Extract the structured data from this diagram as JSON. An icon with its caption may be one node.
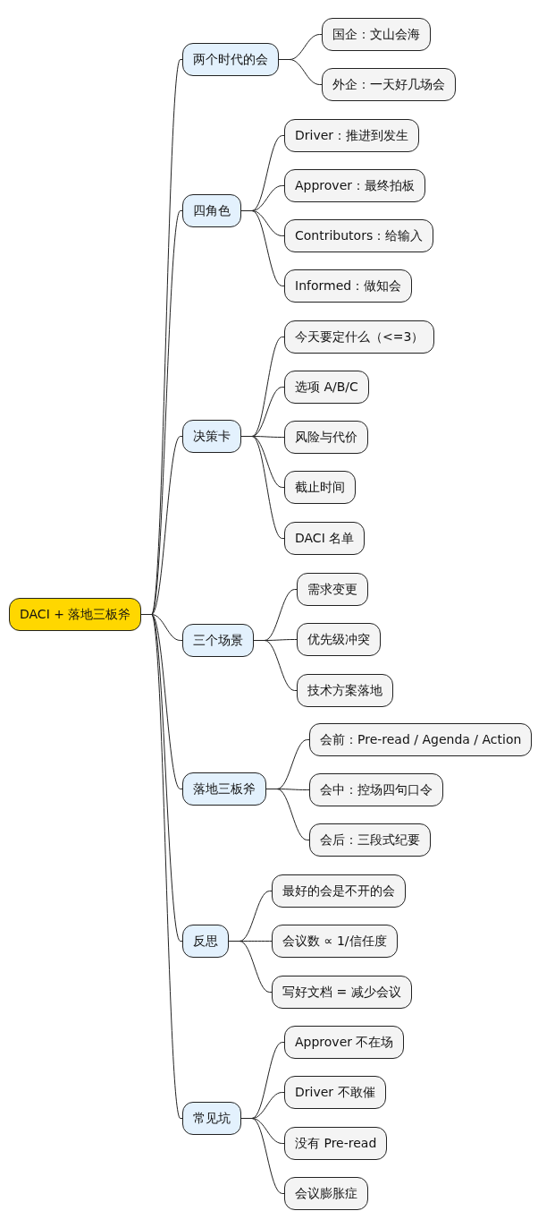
{
  "diagram": {
    "nodes": [
      {
        "text": [
          "DACI + 落地三板斧"
        ]
      },
      {
        "text": [
          "两个时代的会"
        ]
      },
      {
        "text": [
          "国企：文山会海"
        ]
      },
      {
        "text": [
          "外企：一天好几场会"
        ]
      },
      {
        "text": [
          "四角色"
        ]
      },
      {
        "text": [
          "Driver：推进到发生"
        ]
      },
      {
        "text": [
          "Approver：最终拍板"
        ]
      },
      {
        "text": [
          "Contributors：给输入"
        ]
      },
      {
        "text": [
          "Informed：做知会"
        ]
      },
      {
        "text": [
          "决策卡"
        ]
      },
      {
        "text": [
          "今天要定什么（<=3）"
        ]
      },
      {
        "text": [
          "选项 A/B/C"
        ]
      },
      {
        "text": [
          "风险与代价"
        ]
      },
      {
        "text": [
          "截止时间"
        ]
      },
      {
        "text": [
          "DACI 名单"
        ]
      },
      {
        "text": [
          "三个场景"
        ]
      },
      {
        "text": [
          "需求变更"
        ]
      },
      {
        "text": [
          "优先级冲突"
        ]
      },
      {
        "text": [
          "技术方案落地"
        ]
      },
      {
        "text": [
          "落地三板斧"
        ]
      },
      {
        "text": [
          "会前：Pre-read / Agenda / Action"
        ]
      },
      {
        "text": [
          "会中：控场四句口令"
        ]
      },
      {
        "text": [
          "会后：三段式纪要"
        ]
      },
      {
        "text": [
          "反思"
        ]
      },
      {
        "text": [
          "最好的会是不开的会"
        ]
      },
      {
        "text": [
          "会议数 ∝ 1/信任度"
        ]
      },
      {
        "text": [
          "写好文档 = 减少会议"
        ]
      },
      {
        "text": [
          "常见坑"
        ]
      },
      {
        "text": [
          "Approver 不在场"
        ]
      },
      {
        "text": [
          "Driver 不敢催"
        ]
      },
      {
        "text": [
          "没有 Pre-read"
        ]
      },
      {
        "text": [
          "会议膨胀症"
        ]
      }
    ],
    "edges": [
      {
        "from": 0,
        "to": 1,
        "arrow": "none"
      },
      {
        "from": 1,
        "to": 2,
        "arrow": "none"
      },
      {
        "from": 1,
        "to": 3,
        "arrow": "none"
      },
      {
        "from": 0,
        "to": 4,
        "arrow": "none"
      },
      {
        "from": 4,
        "to": 5,
        "arrow": "none"
      },
      {
        "from": 4,
        "to": 6,
        "arrow": "none"
      },
      {
        "from": 4,
        "to": 7,
        "arrow": "none"
      },
      {
        "from": 4,
        "to": 8,
        "arrow": "none"
      },
      {
        "from": 0,
        "to": 9,
        "arrow": "none"
      },
      {
        "from": 9,
        "to": 10,
        "arrow": "none"
      },
      {
        "from": 9,
        "to": 11,
        "arrow": "none"
      },
      {
        "from": 9,
        "to": 12,
        "arrow": "none"
      },
      {
        "from": 9,
        "to": 13,
        "arrow": "none"
      },
      {
        "from": 9,
        "to": 14,
        "arrow": "none"
      },
      {
        "from": 0,
        "to": 15,
        "arrow": "none"
      },
      {
        "from": 15,
        "to": 16,
        "arrow": "none"
      },
      {
        "from": 15,
        "to": 17,
        "arrow": "none"
      },
      {
        "from": 15,
        "to": 18,
        "arrow": "none"
      },
      {
        "from": 0,
        "to": 19,
        "arrow": "none"
      },
      {
        "from": 19,
        "to": 20,
        "arrow": "none"
      },
      {
        "from": 19,
        "to": 21,
        "arrow": "none"
      },
      {
        "from": 19,
        "to": 22,
        "arrow": "none"
      },
      {
        "from": 0,
        "to": 23,
        "arrow": "none"
      },
      {
        "from": 23,
        "to": 24,
        "arrow": "none"
      },
      {
        "from": 23,
        "to": 25,
        "arrow": "none"
      },
      {
        "from": 23,
        "to": 26,
        "arrow": "none"
      },
      {
        "from": 0,
        "to": 27,
        "arrow": "none"
      },
      {
        "from": 27,
        "to": 28,
        "arrow": "none"
      },
      {
        "from": 27,
        "to": 29,
        "arrow": "none"
      },
      {
        "from": 27,
        "to": 30,
        "arrow": "none"
      },
      {
        "from": 27,
        "to": 31,
        "arrow": "none"
      }
    ]
  }
}
